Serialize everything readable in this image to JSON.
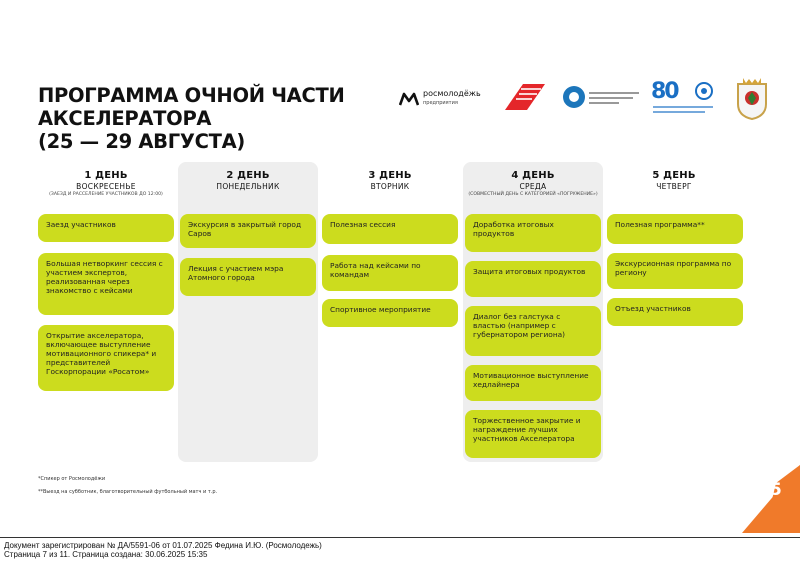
{
  "title": {
    "line1": "ПРОГРАММА ОЧНОЙ ЧАСТИ",
    "line2": "АКСЕЛЕРАТОРА",
    "line3": "(25 — 29 АВГУСТА)"
  },
  "logos": {
    "rosmolodezh": "росмолодёжь",
    "rosmolodezh_sub": "предприятия",
    "eighty": "80"
  },
  "days": [
    {
      "title": "1 ДЕНЬ",
      "name": "ВОСКРЕСЕНЬЕ",
      "note": "(ЗАЕЗД И РАССЕЛЕНИЕ УЧАСТНИКОВ ДО 12:00)"
    },
    {
      "title": "2 ДЕНЬ",
      "name": "ПОНЕДЕЛЬНИК",
      "note": ""
    },
    {
      "title": "3 ДЕНЬ",
      "name": "ВТОРНИК",
      "note": ""
    },
    {
      "title": "4 ДЕНЬ",
      "name": "СРЕДА",
      "note": "(СОВМЕСТНЫЙ ДЕНЬ С КАТЕГОРИЕЙ «ПОГРУЖЕНИЕ»)"
    },
    {
      "title": "5 ДЕНЬ",
      "name": "ЧЕТВЕРГ",
      "note": ""
    }
  ],
  "cards": {
    "d1": [
      "Заезд участников",
      "Большая нетворкинг сессия с участием экспертов, реализованная через знакомство с кейсами",
      "Открытие акселератора, включающее выступление мотивационного спикера* и представителей Госкорпорации «Росатом»"
    ],
    "d2": [
      "Экскурсия в закрытый город Саров",
      "Лекция с участием мэра Атомного города"
    ],
    "d3": [
      "Полезная сессия",
      "Работа над кейсами по командам",
      "Спортивное мероприятие"
    ],
    "d4": [
      "Доработка итоговых продуктов",
      "Защита итоговых продуктов",
      "Диалог без галстука с властью (например с губернатором региона)",
      "Мотивационное выступление хедлайнера",
      "Торжественное закрытие и награждение лучших участников Акселератора"
    ],
    "d5": [
      "Полезная программа**",
      "Экскурсионная программа по региону",
      "Отъезд участников"
    ]
  },
  "footnotes": {
    "f1": "*Спикер от Росмолодёжи",
    "f2": "**Выезд на субботник, благотворительный футбольный матч и т.р."
  },
  "page_number": "5",
  "registration": {
    "line1": "Документ зарегистрирован № ДА/5591-06 от 01.07.2025 Федина И.Ю. (Росмолодежь)",
    "line2": "Страница 7 из 11. Страница создана: 30.06.2025 15:35"
  },
  "colors": {
    "card": "#ccdc1e",
    "shade": "#eeeeee",
    "badge": "#f07a2a"
  }
}
